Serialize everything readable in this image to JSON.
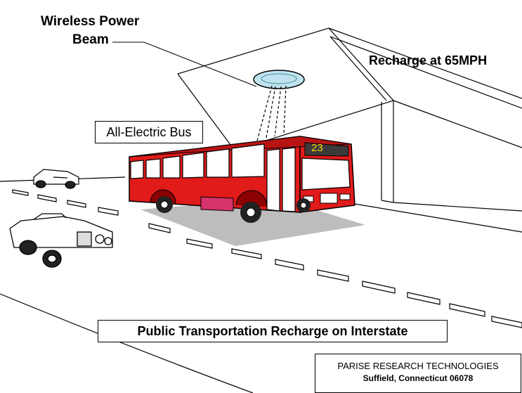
{
  "labels": {
    "wireless_power_line1": "Wireless Power",
    "wireless_power_line2": "Beam",
    "recharge": "Recharge at 65MPH",
    "bus": "All-Electric Bus",
    "caption": "Public Transportation Recharge on Interstate"
  },
  "bus": {
    "route_number": "23"
  },
  "company": {
    "name": "PARISE RESEARCH TECHNOLOGIES",
    "address": "Suffield, Connecticut 06078"
  },
  "colors": {
    "bus_body": "#e11a1a",
    "bus_dark": "#8b0000",
    "skirt": "#d6336c",
    "emitter_fill": "#bfe3ee",
    "route_display": "#ffd800",
    "shadow": "#bdbdbd"
  }
}
